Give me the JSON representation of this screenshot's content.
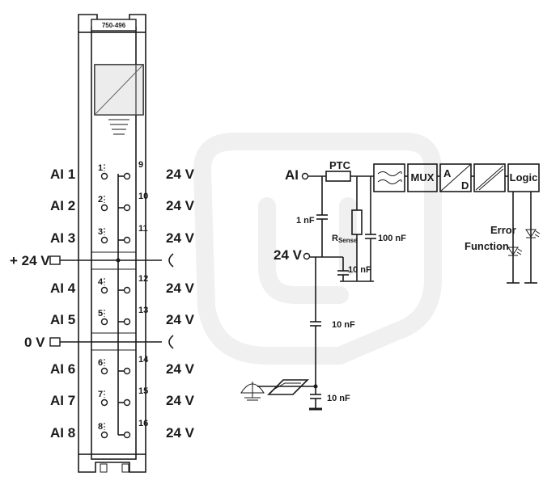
{
  "module": {
    "part_number": "750-496"
  },
  "left_labels": [
    {
      "id": "ai1",
      "text": "AI 1"
    },
    {
      "id": "ai2",
      "text": "AI 2"
    },
    {
      "id": "ai3",
      "text": "AI 3"
    },
    {
      "id": "plus24",
      "text": "+ 24 V"
    },
    {
      "id": "ai4",
      "text": "AI 4"
    },
    {
      "id": "ai5",
      "text": "AI 5"
    },
    {
      "id": "zero",
      "text": "0 V"
    },
    {
      "id": "ai6",
      "text": "AI 6"
    },
    {
      "id": "ai7",
      "text": "AI 7"
    },
    {
      "id": "ai8",
      "text": "AI 8"
    }
  ],
  "right_labels": [
    "24 V",
    "24 V",
    "24 V",
    "24 V",
    "24 V",
    "24 V",
    "24 V",
    "24 V"
  ],
  "terminals_left": [
    "1",
    "2",
    "3",
    "4",
    "5",
    "6",
    "7",
    "8"
  ],
  "terminals_right": [
    "9",
    "10",
    "11",
    "12",
    "13",
    "14",
    "15",
    "16"
  ],
  "schematic": {
    "input_label": "AI",
    "supply_label": "24 V",
    "ptc": "PTC",
    "rsense": "R",
    "rsense_sub": "Sense",
    "c1": "1 nF",
    "c2": "100 nF",
    "c3": "10 nF",
    "c4": "10 nF",
    "c5": "10 nF",
    "mux": "MUX",
    "ad_a": "A",
    "ad_d": "D",
    "logic": "Logic",
    "error": "Error",
    "function": "Function"
  }
}
